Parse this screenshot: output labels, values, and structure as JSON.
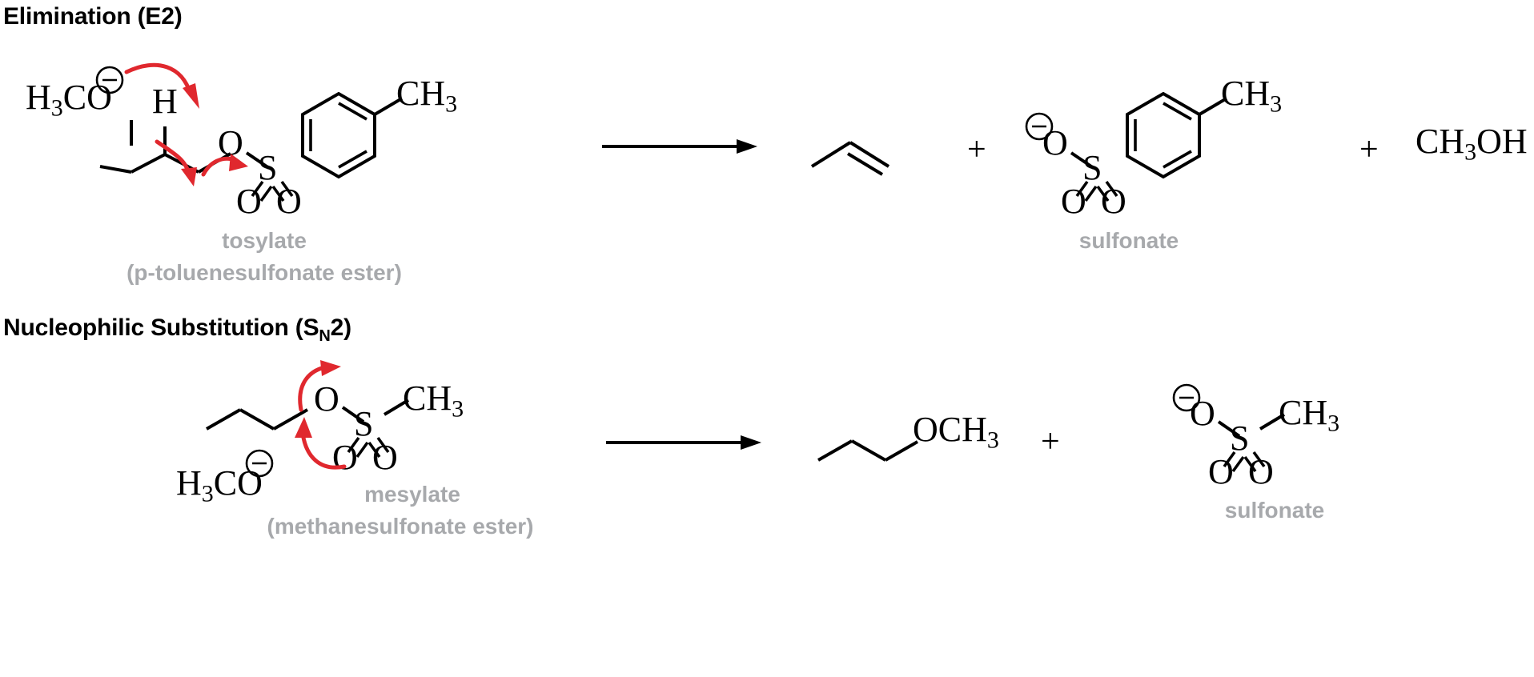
{
  "sections": [
    {
      "id": "e2",
      "heading_main": "Elimination (E",
      "heading_full": "Elimination (E2)",
      "heading_tail": "2)",
      "reactants": {
        "nucleophile": "H3CO",
        "nucleophile_main": "H",
        "nucleophile_sub": "3",
        "nucleophile_rest": "CO",
        "charge": "minus",
        "h_label": "H",
        "ester_o": "O",
        "sulfur": "S",
        "oxygen_left": "O",
        "oxygen_right": "O",
        "ring_methyl_main": "CH",
        "ring_methyl_sub": "3",
        "caption_line1": "tosylate",
        "caption_line2": "(p-toluenesulfonate ester)"
      },
      "arrow": "reaction-arrow",
      "products": [
        {
          "kind": "skeletal",
          "name": "propene"
        },
        {
          "kind": "plus",
          "label": "+"
        },
        {
          "kind": "sulfonate",
          "charge": "minus",
          "ester_o": "O",
          "sulfur": "S",
          "oxygen_left": "O",
          "oxygen_right": "O",
          "ring_methyl_main": "CH",
          "ring_methyl_sub": "3",
          "caption": "sulfonate"
        },
        {
          "kind": "plus",
          "label": "+"
        },
        {
          "kind": "formula",
          "main1": "CH",
          "sub1": "3",
          "main2": "OH",
          "text": "CH3OH"
        }
      ]
    },
    {
      "id": "sn2",
      "heading_full": "Nucleophilic Substitution (SN2)",
      "heading_pre": "Nucleophilic Substitution (S",
      "heading_sub": "N",
      "heading_post": "2)",
      "reactants": {
        "ester_o": "O",
        "sulfur": "S",
        "methyl_main": "CH",
        "methyl_sub": "3",
        "oxygen_left": "O",
        "oxygen_right": "O",
        "nucleophile_main": "H",
        "nucleophile_sub": "3",
        "nucleophile_rest": "CO",
        "charge": "minus",
        "caption_line1": "mesylate",
        "caption_line2": "(methanesulfonate ester)"
      },
      "arrow": "reaction-arrow",
      "products": [
        {
          "kind": "ether",
          "label_main": "OCH",
          "label_sub": "3",
          "text": "OCH3"
        },
        {
          "kind": "plus",
          "label": "+"
        },
        {
          "kind": "mesylate-anion",
          "charge": "minus",
          "ester_o": "O",
          "sulfur": "S",
          "methyl_main": "CH",
          "methyl_sub": "3",
          "oxygen_left": "O",
          "oxygen_right": "O",
          "caption": "sulfonate"
        }
      ]
    }
  ],
  "colors": {
    "bond": "#000000",
    "arrow_red": "#e0282e",
    "caption_gray": "#a7a9ac",
    "background": "#ffffff"
  }
}
